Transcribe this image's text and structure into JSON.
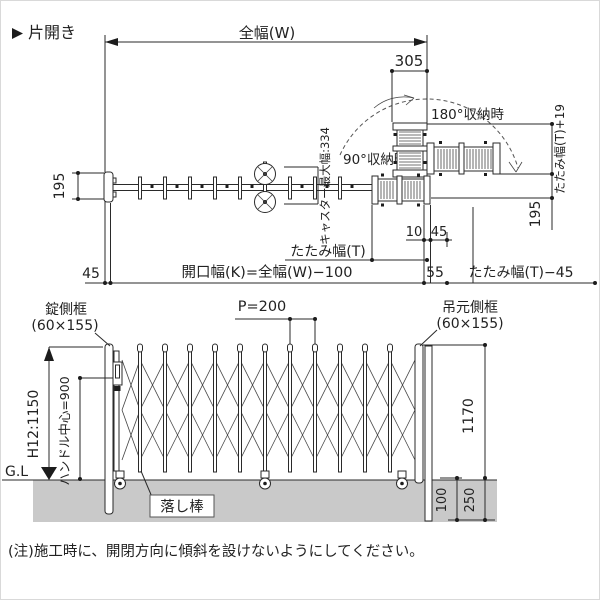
{
  "header": {
    "marker_icon": "right-triangle",
    "title": "片開き"
  },
  "colors": {
    "line": "#2a2a2a",
    "ground": "#c9c9c9",
    "background": "#ffffff"
  },
  "plan": {
    "total_width": "全幅(W)",
    "dim_305": "305",
    "stow_180": "180°収納時",
    "stow_90": "90°収納時",
    "caster_max_width": "キャスター最大幅:334",
    "post_depth_left": "195",
    "fold_width_plus19": "たたみ幅(T)+19",
    "depth_right": "195",
    "fold_width": "たたみ幅(T)",
    "gap_10": "10",
    "post_45": "45",
    "left_post_45": "45",
    "opening_width": "開口幅(K)=全幅(W)−100",
    "offset_55": "55",
    "fold_width_minus45": "たたみ幅(T)−45"
  },
  "elevation": {
    "lock_stile": "錠側框",
    "lock_stile_size": "(60×155)",
    "hinge_stile": "吊元側框",
    "hinge_stile_size": "(60×155)",
    "pitch": "P=200",
    "height": "H12:1150",
    "handle_center": "ハンドル中心=900",
    "stile_length": "1170",
    "ground_level": "G.L",
    "drop_bar": "落し棒",
    "embed_100": "100",
    "embed_250": "250"
  },
  "note": "(注)施工時に、開閉方向に傾斜を設けないようにしてください。"
}
